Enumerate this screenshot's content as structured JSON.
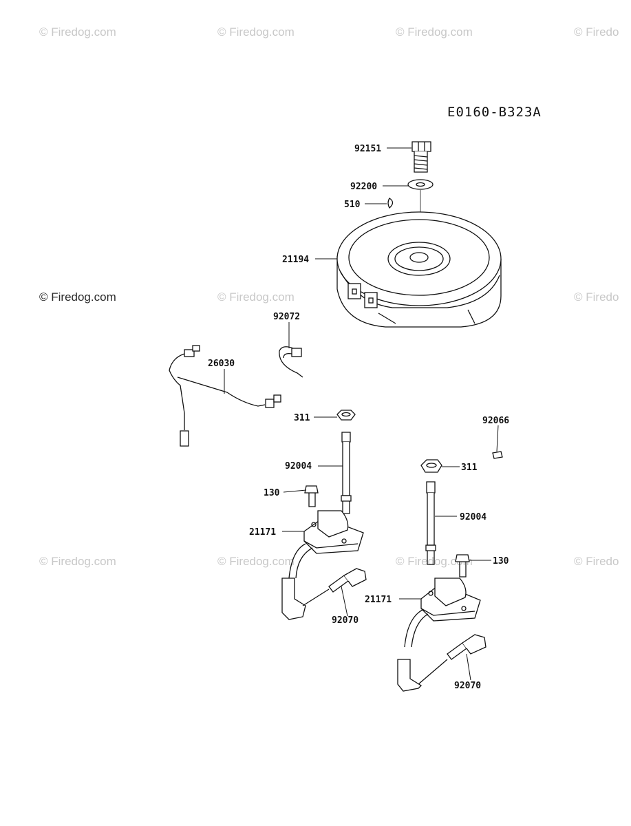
{
  "diagram_code": "E0160-B323A",
  "watermark": {
    "text": "© Firedog.com",
    "text_cut": "© Firedo"
  },
  "part_labels": {
    "p92151": "92151",
    "p92200": "92200",
    "p510": "510",
    "p21194": "21194",
    "p92072": "92072",
    "p26030": "26030",
    "p311_left": "311",
    "p92004_left": "92004",
    "p130_left": "130",
    "p21171_left": "21171",
    "p92070_left": "92070",
    "p92066": "92066",
    "p311_right": "311",
    "p92004_right": "92004",
    "p130_right": "130",
    "p21171_right": "21171",
    "p92070_right": "92070"
  }
}
